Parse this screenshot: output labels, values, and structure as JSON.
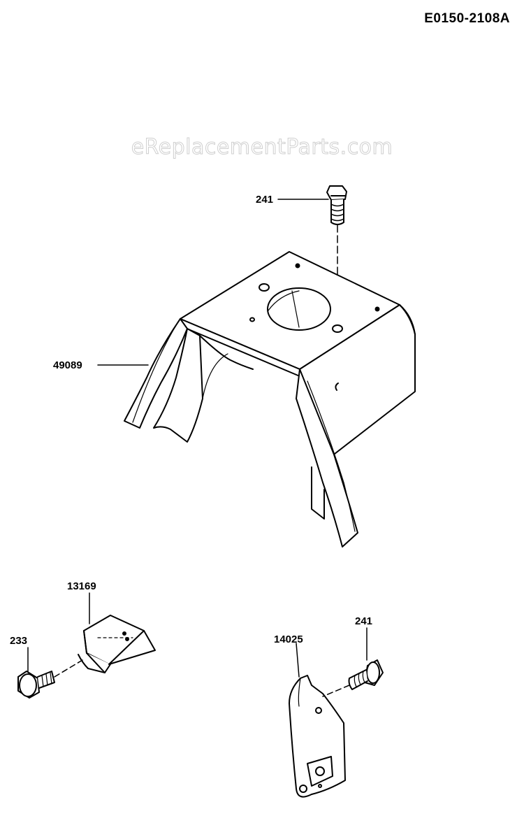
{
  "diagram_code": "E0150-2108A",
  "watermark": "eReplacementParts.com",
  "parts": {
    "bolt_top": {
      "number": "241"
    },
    "cover": {
      "number": "49089"
    },
    "bracket_left": {
      "number": "13169"
    },
    "bolt_left": {
      "number": "233"
    },
    "bracket_right": {
      "number": "14025"
    },
    "bolt_right": {
      "number": "241"
    }
  },
  "colors": {
    "line": "#000000",
    "background": "#ffffff",
    "watermark": "#cfcfcf"
  }
}
